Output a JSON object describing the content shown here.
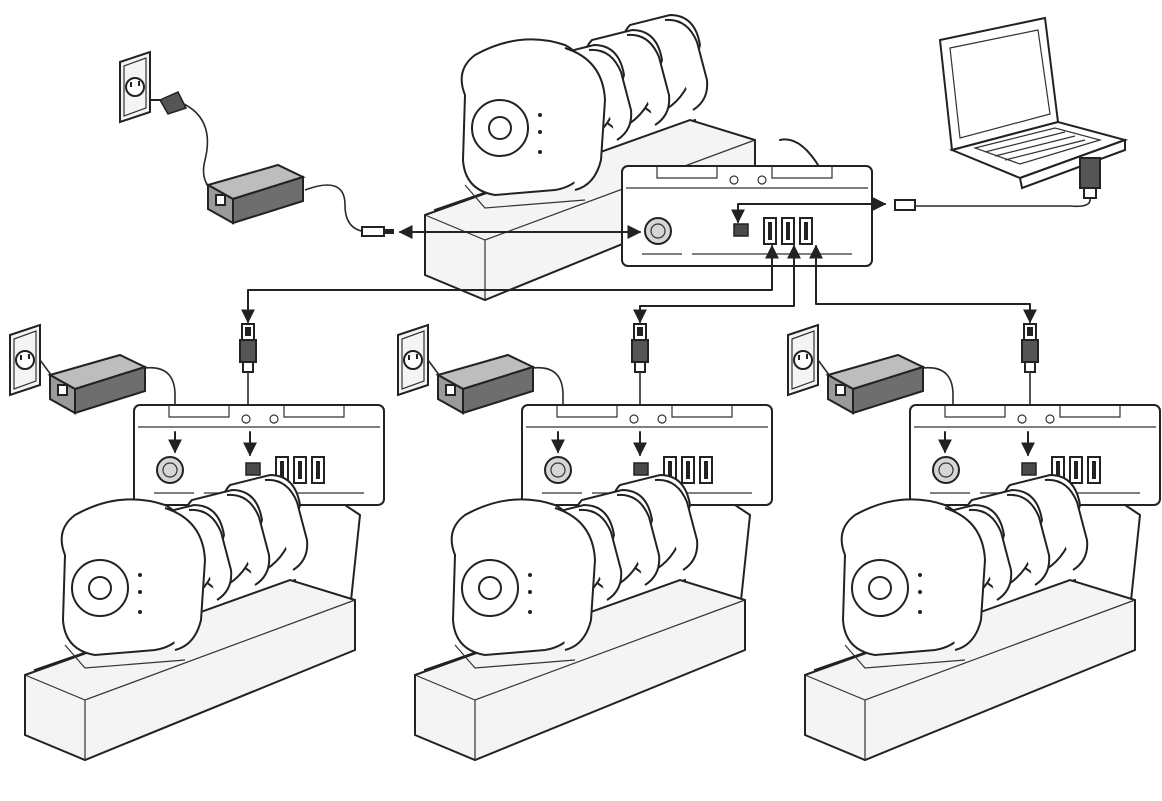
{
  "figure": {
    "kind": "connection-diagram",
    "style": "monochrome line art",
    "colors": {
      "stroke": "#222222",
      "fill_light": "#f4f4f4",
      "fill_grey": "#8a8a8a",
      "background": "#ffffff"
    }
  },
  "components": {
    "wall_outlet": {
      "icon": "wall-outlet-icon"
    },
    "power_adapter": {
      "icon": "power-adapter-icon"
    },
    "laptop": {
      "icon": "laptop-icon"
    },
    "master_cradle": {
      "icon": "charging-cradle-icon",
      "slots": 4
    },
    "chained_cradles": {
      "count": 3,
      "icon": "charging-cradle-icon",
      "slots": 4
    },
    "rear_panel_ports": [
      "power-in",
      "usb-b",
      "usb-a",
      "usb-a",
      "usb-a"
    ]
  }
}
